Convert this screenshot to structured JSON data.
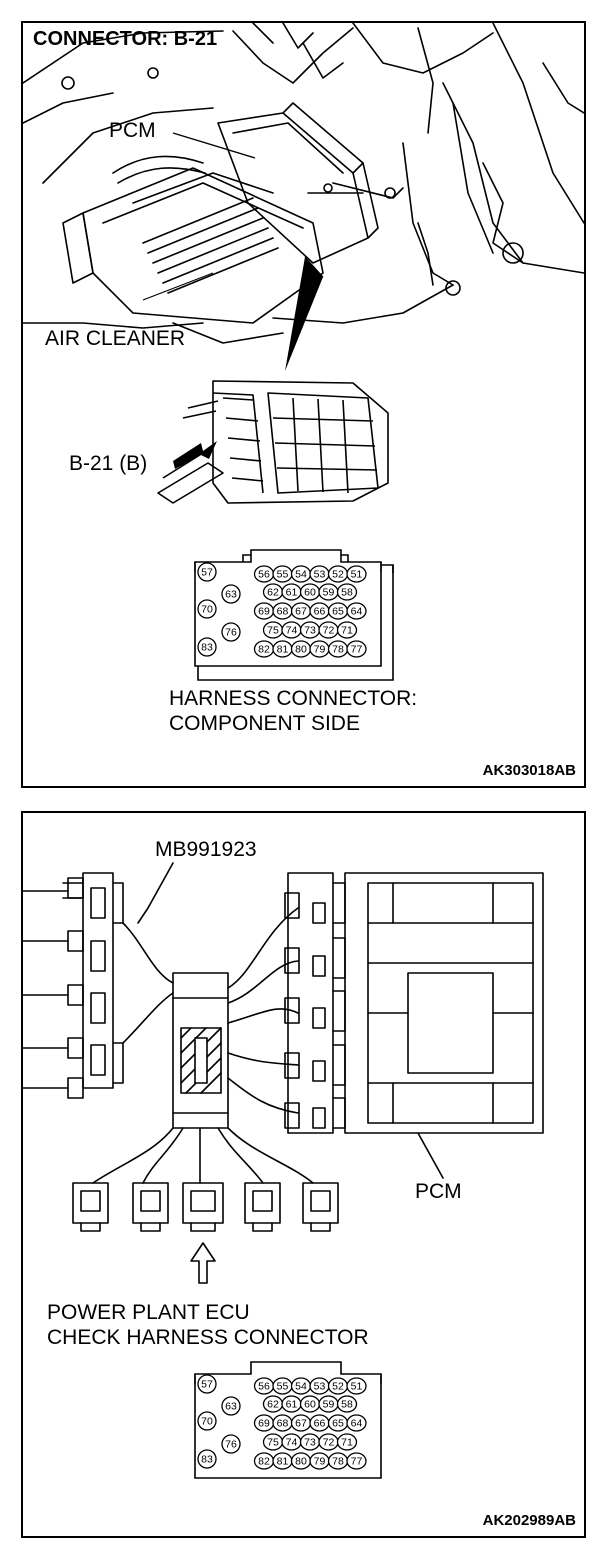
{
  "panel1": {
    "title": "CONNECTOR: B-21",
    "label_pcm": "PCM",
    "label_air_cleaner": "AIR CLEANER",
    "label_b21": "B-21 (B)",
    "connector_caption_line1": "HARNESS CONNECTOR:",
    "connector_caption_line2": "COMPONENT SIDE",
    "figure_code": "AK303018AB"
  },
  "panel2": {
    "label_mb": "MB991923",
    "label_pcm": "PCM",
    "caption_line1": "POWER PLANT ECU",
    "caption_line2": "CHECK HARNESS CONNECTOR",
    "figure_code": "AK202989AB"
  },
  "connector_pins": {
    "left_column": [
      "57",
      "63",
      "70",
      "76",
      "83"
    ],
    "rows": [
      [
        "56",
        "55",
        "54",
        "53",
        "52",
        "51"
      ],
      [
        "62",
        "61",
        "60",
        "59",
        "58"
      ],
      [
        "69",
        "68",
        "67",
        "66",
        "65",
        "64"
      ],
      [
        "75",
        "74",
        "73",
        "72",
        "71"
      ],
      [
        "82",
        "81",
        "80",
        "79",
        "78",
        "77"
      ]
    ]
  }
}
